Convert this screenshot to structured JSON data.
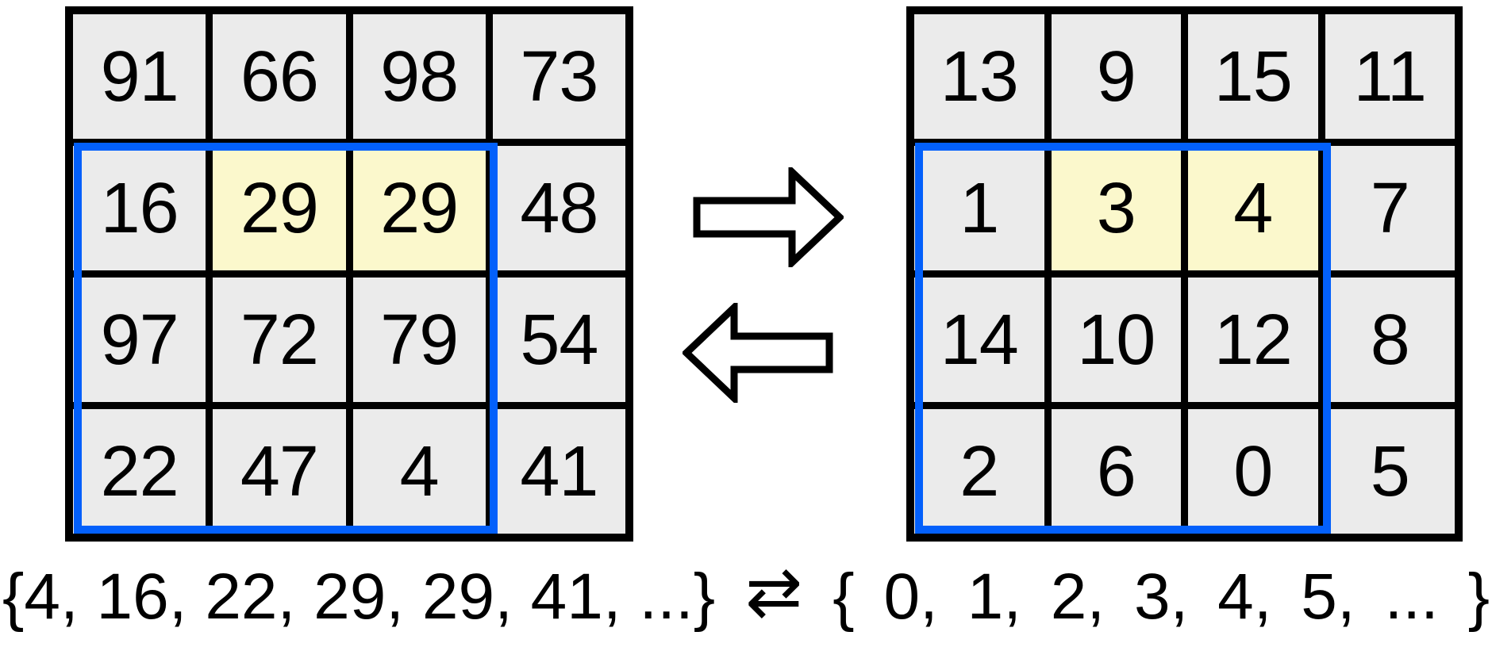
{
  "figure": {
    "description_visible_elements": "two 4x4 number grids linked by arrows, with set notation below"
  },
  "left_grid": {
    "rows": [
      [
        "91",
        "66",
        "98",
        "73"
      ],
      [
        "16",
        "29",
        "29",
        "48"
      ],
      [
        "97",
        "72",
        "79",
        "54"
      ],
      [
        "22",
        "47",
        "4",
        "41"
      ]
    ],
    "highlighted_cells": [
      [
        1,
        1
      ],
      [
        1,
        2
      ]
    ]
  },
  "right_grid": {
    "rows": [
      [
        "13",
        "9",
        "15",
        "11"
      ],
      [
        "1",
        "3",
        "4",
        "7"
      ],
      [
        "14",
        "10",
        "12",
        "8"
      ],
      [
        "2",
        "6",
        "0",
        "5"
      ]
    ],
    "highlighted_cells": [
      [
        1,
        1
      ],
      [
        1,
        2
      ]
    ]
  },
  "bottom": {
    "left_set": "{4, 16, 22, 29, 29, 41, ...}",
    "exchange_symbol": "⇄",
    "right_set": "{ 0, 1, 2, 3, 4, 5, ... }"
  },
  "icons": {
    "arrow_right_big": "hollow-right-arrow",
    "arrow_left_big": "hollow-left-arrow",
    "exchange": "rightwards-arrow-over-leftwards-arrow"
  },
  "colors": {
    "cell_bg": "#ebebeb",
    "highlight_bg": "#fbf8cc",
    "selection_blue": "#0360fb",
    "grid_border": "#000000",
    "text": "#000000",
    "background": "#ffffff"
  }
}
